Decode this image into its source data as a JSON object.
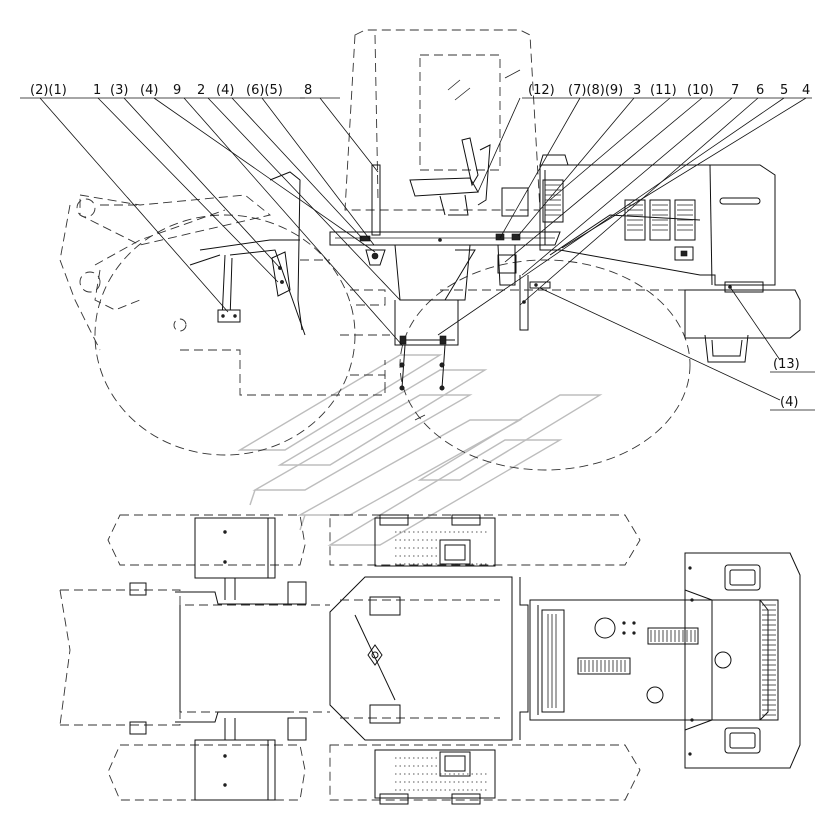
{
  "callouts": [
    {
      "id": "c1",
      "text": "(2)(1)"
    },
    {
      "id": "c2",
      "text": "1"
    },
    {
      "id": "c3",
      "text": "(3)"
    },
    {
      "id": "c4",
      "text": "(4)"
    },
    {
      "id": "c5",
      "text": "9"
    },
    {
      "id": "c6",
      "text": "2"
    },
    {
      "id": "c7",
      "text": "(4)"
    },
    {
      "id": "c8",
      "text": "(6)(5)"
    },
    {
      "id": "c9",
      "text": "8"
    },
    {
      "id": "c10",
      "text": "(12)"
    },
    {
      "id": "c11",
      "text": "(7)(8)(9)"
    },
    {
      "id": "c12",
      "text": "3"
    },
    {
      "id": "c13",
      "text": "(11)"
    },
    {
      "id": "c14",
      "text": "(10)"
    },
    {
      "id": "c15",
      "text": "7"
    },
    {
      "id": "c16",
      "text": "6"
    },
    {
      "id": "c17",
      "text": "5"
    },
    {
      "id": "c18",
      "text": "4"
    },
    {
      "id": "c19",
      "text": "(13)"
    },
    {
      "id": "c20",
      "text": "(4)"
    }
  ]
}
